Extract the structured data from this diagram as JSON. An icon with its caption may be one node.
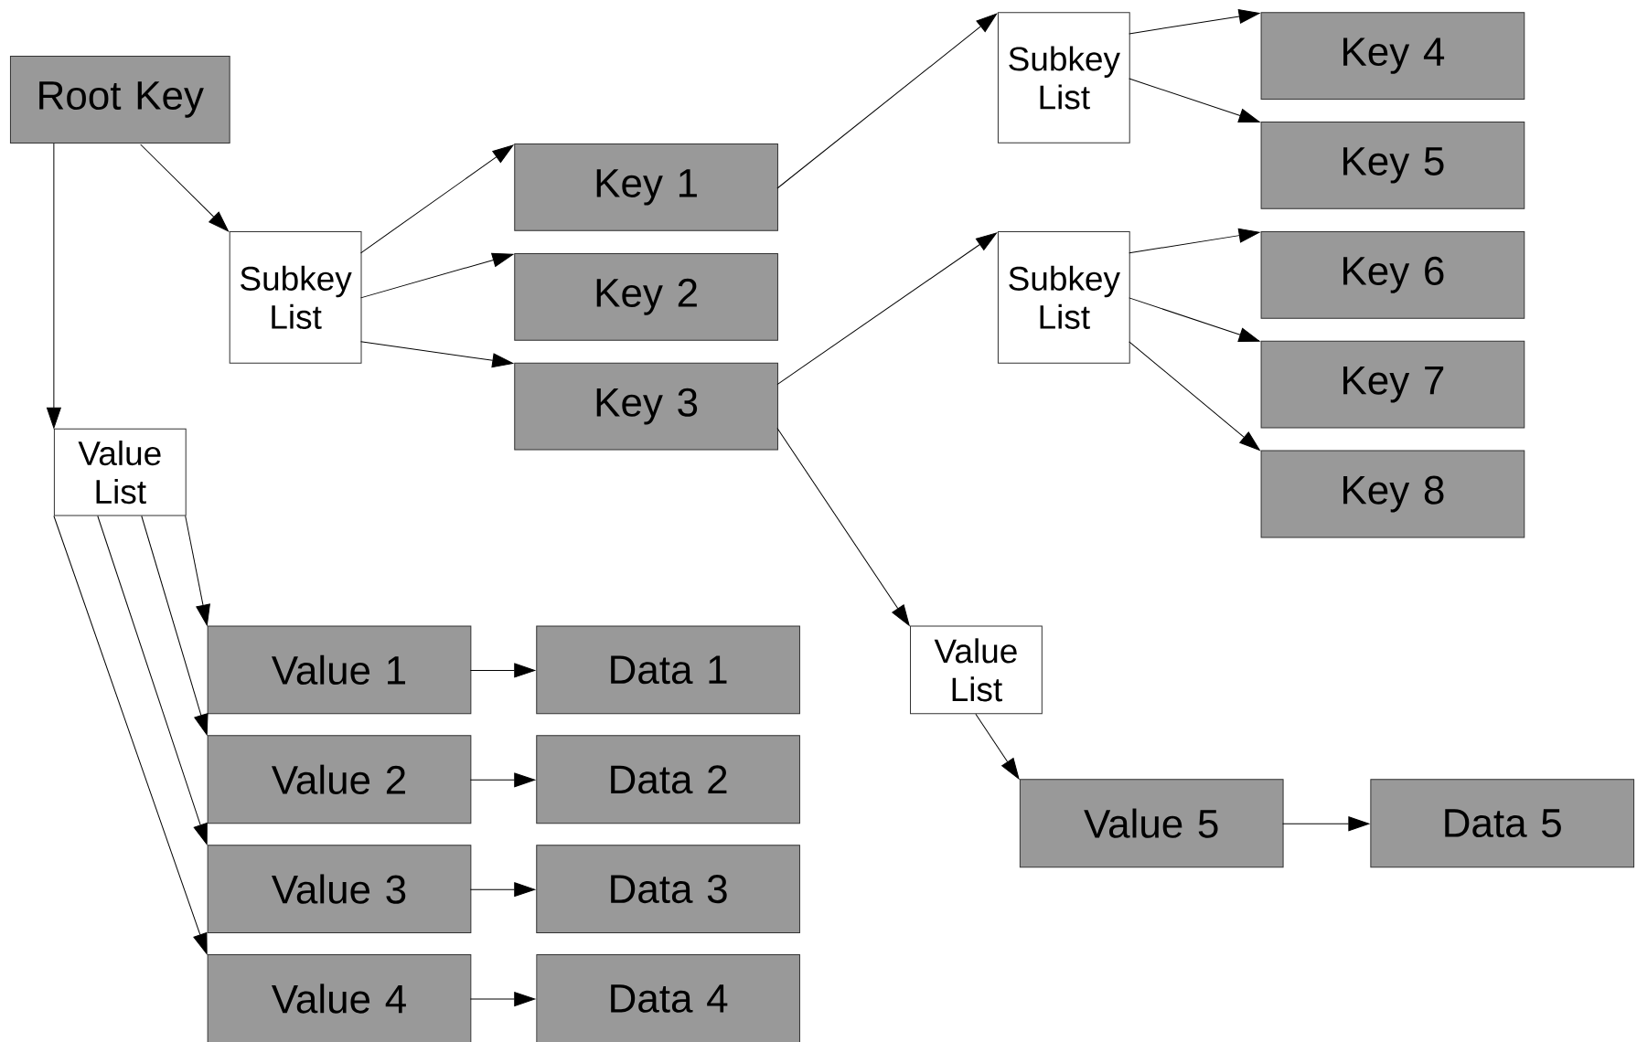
{
  "diagram": {
    "nodes": [
      {
        "text": [
          "Root Key"
        ]
      },
      {
        "text": [
          "Subkey List"
        ]
      },
      {
        "text": [
          "Key 1"
        ]
      },
      {
        "text": [
          "Key 2"
        ]
      },
      {
        "text": [
          "Key 3"
        ]
      },
      {
        "text": [
          "Subkey List"
        ]
      },
      {
        "text": [
          "Key 4"
        ]
      },
      {
        "text": [
          "Key 5"
        ]
      },
      {
        "text": [
          "Subkey List"
        ]
      },
      {
        "text": [
          "Key 6"
        ]
      },
      {
        "text": [
          "Key 7"
        ]
      },
      {
        "text": [
          "Key 8"
        ]
      },
      {
        "text": [
          "Value List"
        ]
      },
      {
        "text": [
          "Value 1"
        ]
      },
      {
        "text": [
          "Data 1"
        ]
      },
      {
        "text": [
          "Value 2"
        ]
      },
      {
        "text": [
          "Data 2"
        ]
      },
      {
        "text": [
          "Value 3"
        ]
      },
      {
        "text": [
          "Data 3"
        ]
      },
      {
        "text": [
          "Value 4"
        ]
      },
      {
        "text": [
          "Data 4"
        ]
      },
      {
        "text": [
          "Value List"
        ]
      },
      {
        "text": [
          "Value 5"
        ]
      },
      {
        "text": [
          "Data 5"
        ]
      }
    ],
    "edges": [
      {
        "from": 0,
        "to": 1,
        "arrow": "to"
      },
      {
        "from": 0,
        "to": 12,
        "arrow": "to"
      },
      {
        "from": 1,
        "to": 2,
        "arrow": "to"
      },
      {
        "from": 1,
        "to": 3,
        "arrow": "to"
      },
      {
        "from": 1,
        "to": 4,
        "arrow": "to"
      },
      {
        "from": 2,
        "to": 5,
        "arrow": "to"
      },
      {
        "from": 5,
        "to": 6,
        "arrow": "to"
      },
      {
        "from": 5,
        "to": 7,
        "arrow": "to"
      },
      {
        "from": 4,
        "to": 8,
        "arrow": "to"
      },
      {
        "from": 8,
        "to": 9,
        "arrow": "to"
      },
      {
        "from": 8,
        "to": 10,
        "arrow": "to"
      },
      {
        "from": 8,
        "to": 11,
        "arrow": "to"
      },
      {
        "from": 4,
        "to": 21,
        "arrow": "to"
      },
      {
        "from": 12,
        "to": 13,
        "arrow": "to"
      },
      {
        "from": 12,
        "to": 15,
        "arrow": "to"
      },
      {
        "from": 12,
        "to": 17,
        "arrow": "to"
      },
      {
        "from": 12,
        "to": 19,
        "arrow": "to"
      },
      {
        "from": 13,
        "to": 14,
        "arrow": "to"
      },
      {
        "from": 15,
        "to": 16,
        "arrow": "to"
      },
      {
        "from": 17,
        "to": 18,
        "arrow": "to"
      },
      {
        "from": 19,
        "to": 20,
        "arrow": "to"
      },
      {
        "from": 21,
        "to": 22,
        "arrow": "to"
      },
      {
        "from": 22,
        "to": 23,
        "arrow": "to"
      }
    ]
  }
}
